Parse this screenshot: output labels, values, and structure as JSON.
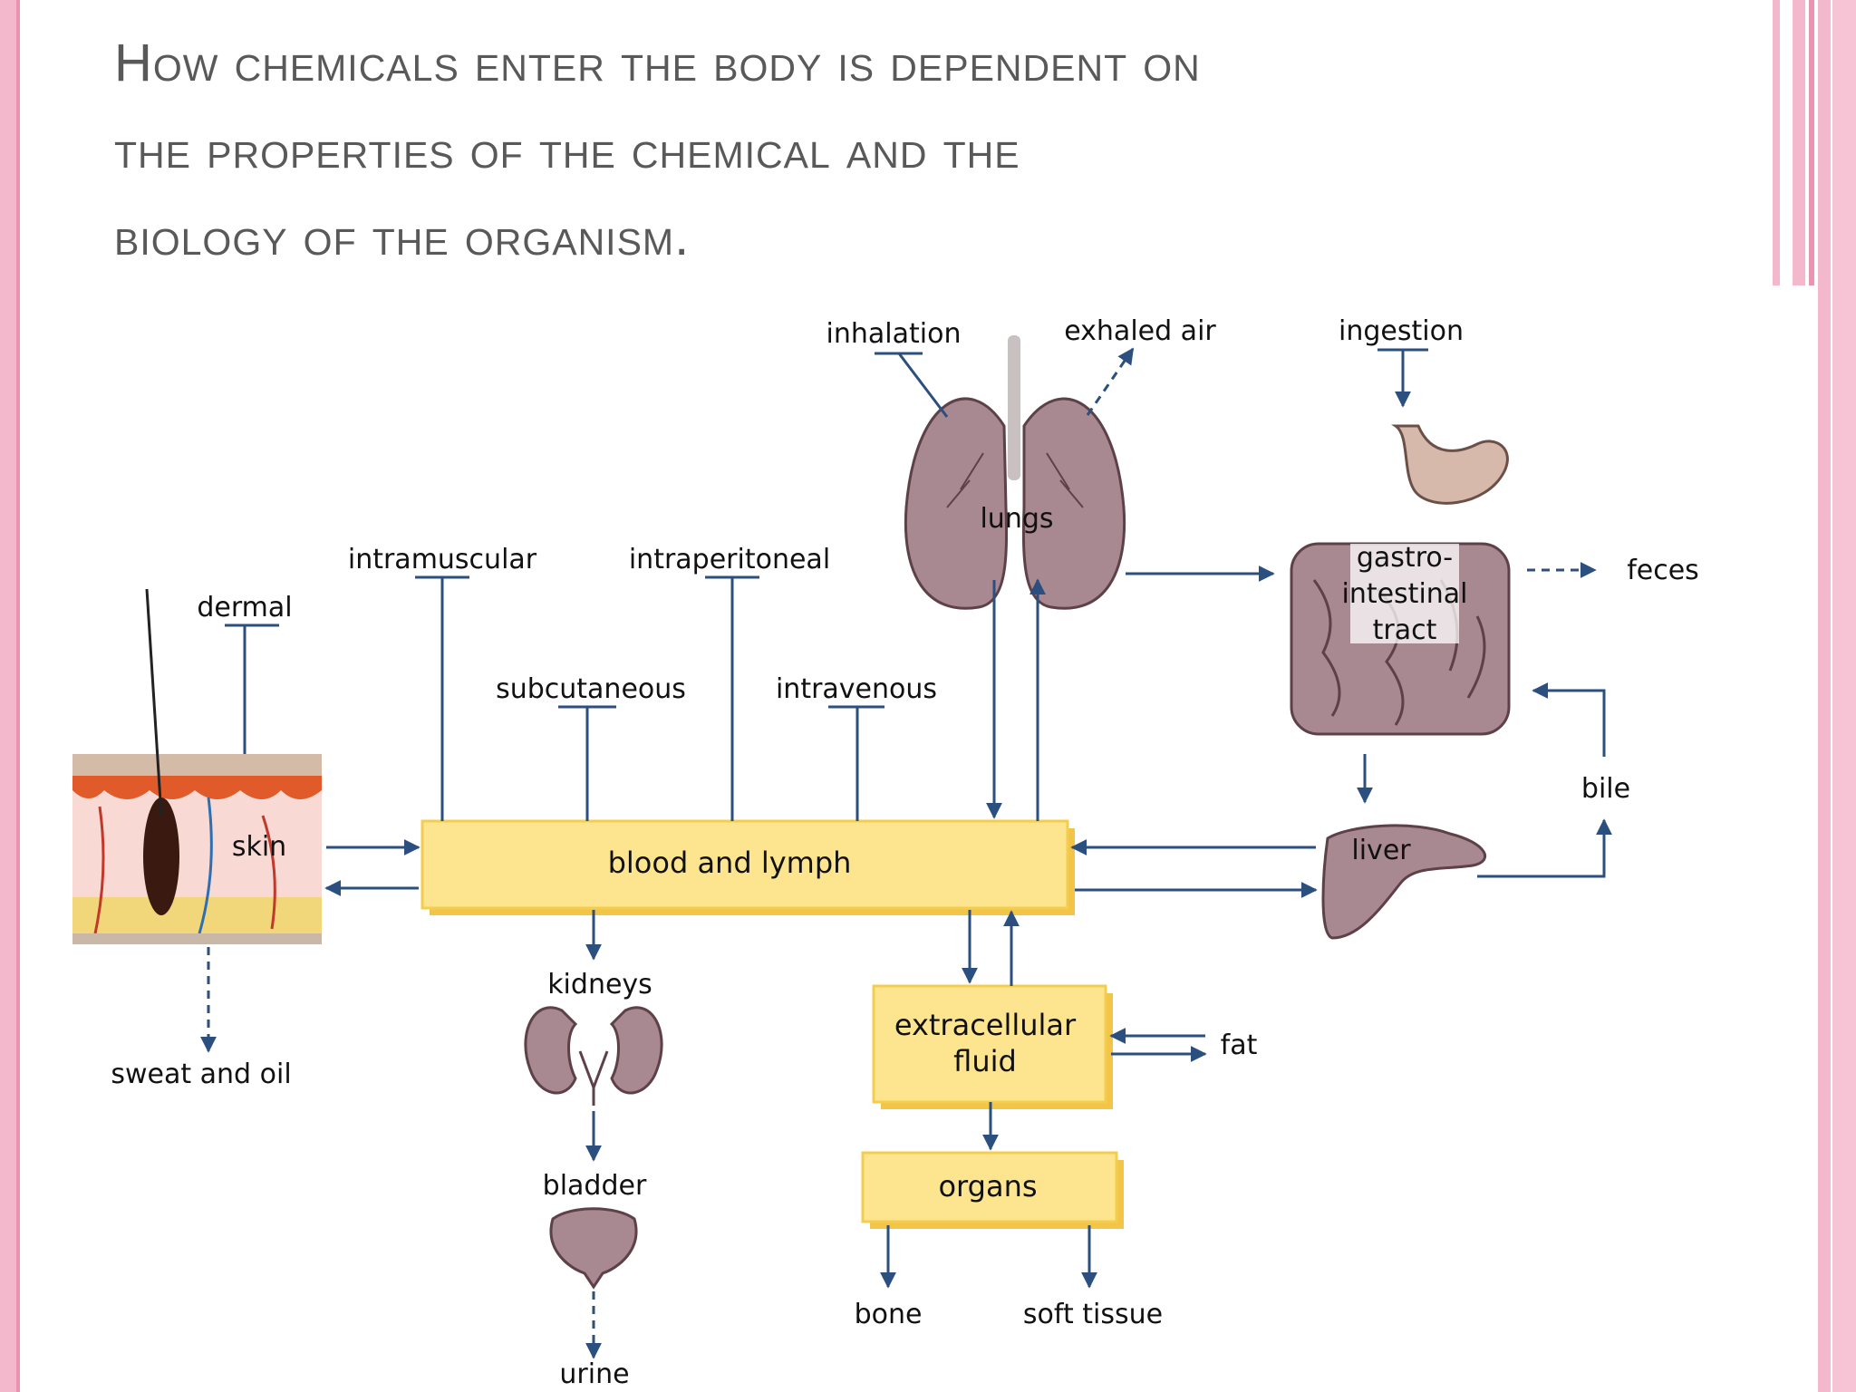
{
  "title": "How chemicals enter the body is dependent on the properties of the chemical and the biology of the organism.",
  "title_lines": [
    "How chemicals enter the body is dependent on",
    "the properties of the chemical and the",
    "biology of the organism."
  ],
  "colors": {
    "border_pink": "#f4b8cc",
    "border_pink_dark": "#e994b1",
    "box_yellow": "#fde58f",
    "arrow_blue": "#2b4f7e",
    "organ_mauve": "#a88891"
  },
  "diagram": {
    "routes": {
      "dermal": "dermal",
      "intramuscular": "intramuscular",
      "intraperitoneal": "intraperitoneal",
      "subcutaneous": "subcutaneous",
      "intravenous": "intravenous",
      "inhalation": "inhalation",
      "ingestion": "ingestion"
    },
    "organs": {
      "skin": "skin",
      "lungs": "lungs",
      "gi_line1": "gastro-",
      "gi_line2": "intestinal",
      "gi_line3": "tract",
      "liver": "liver",
      "kidneys": "kidneys",
      "bladder": "bladder"
    },
    "boxes": {
      "blood": "blood and lymph",
      "ecf_line1": "extracellular",
      "ecf_line2": "fluid",
      "organs": "organs"
    },
    "outputs": {
      "exhaled_air": "exhaled air",
      "feces": "feces",
      "bile": "bile",
      "sweat_oil": "sweat and oil",
      "urine": "urine",
      "fat": "fat",
      "bone": "bone",
      "soft_tissue": "soft tissue"
    }
  }
}
